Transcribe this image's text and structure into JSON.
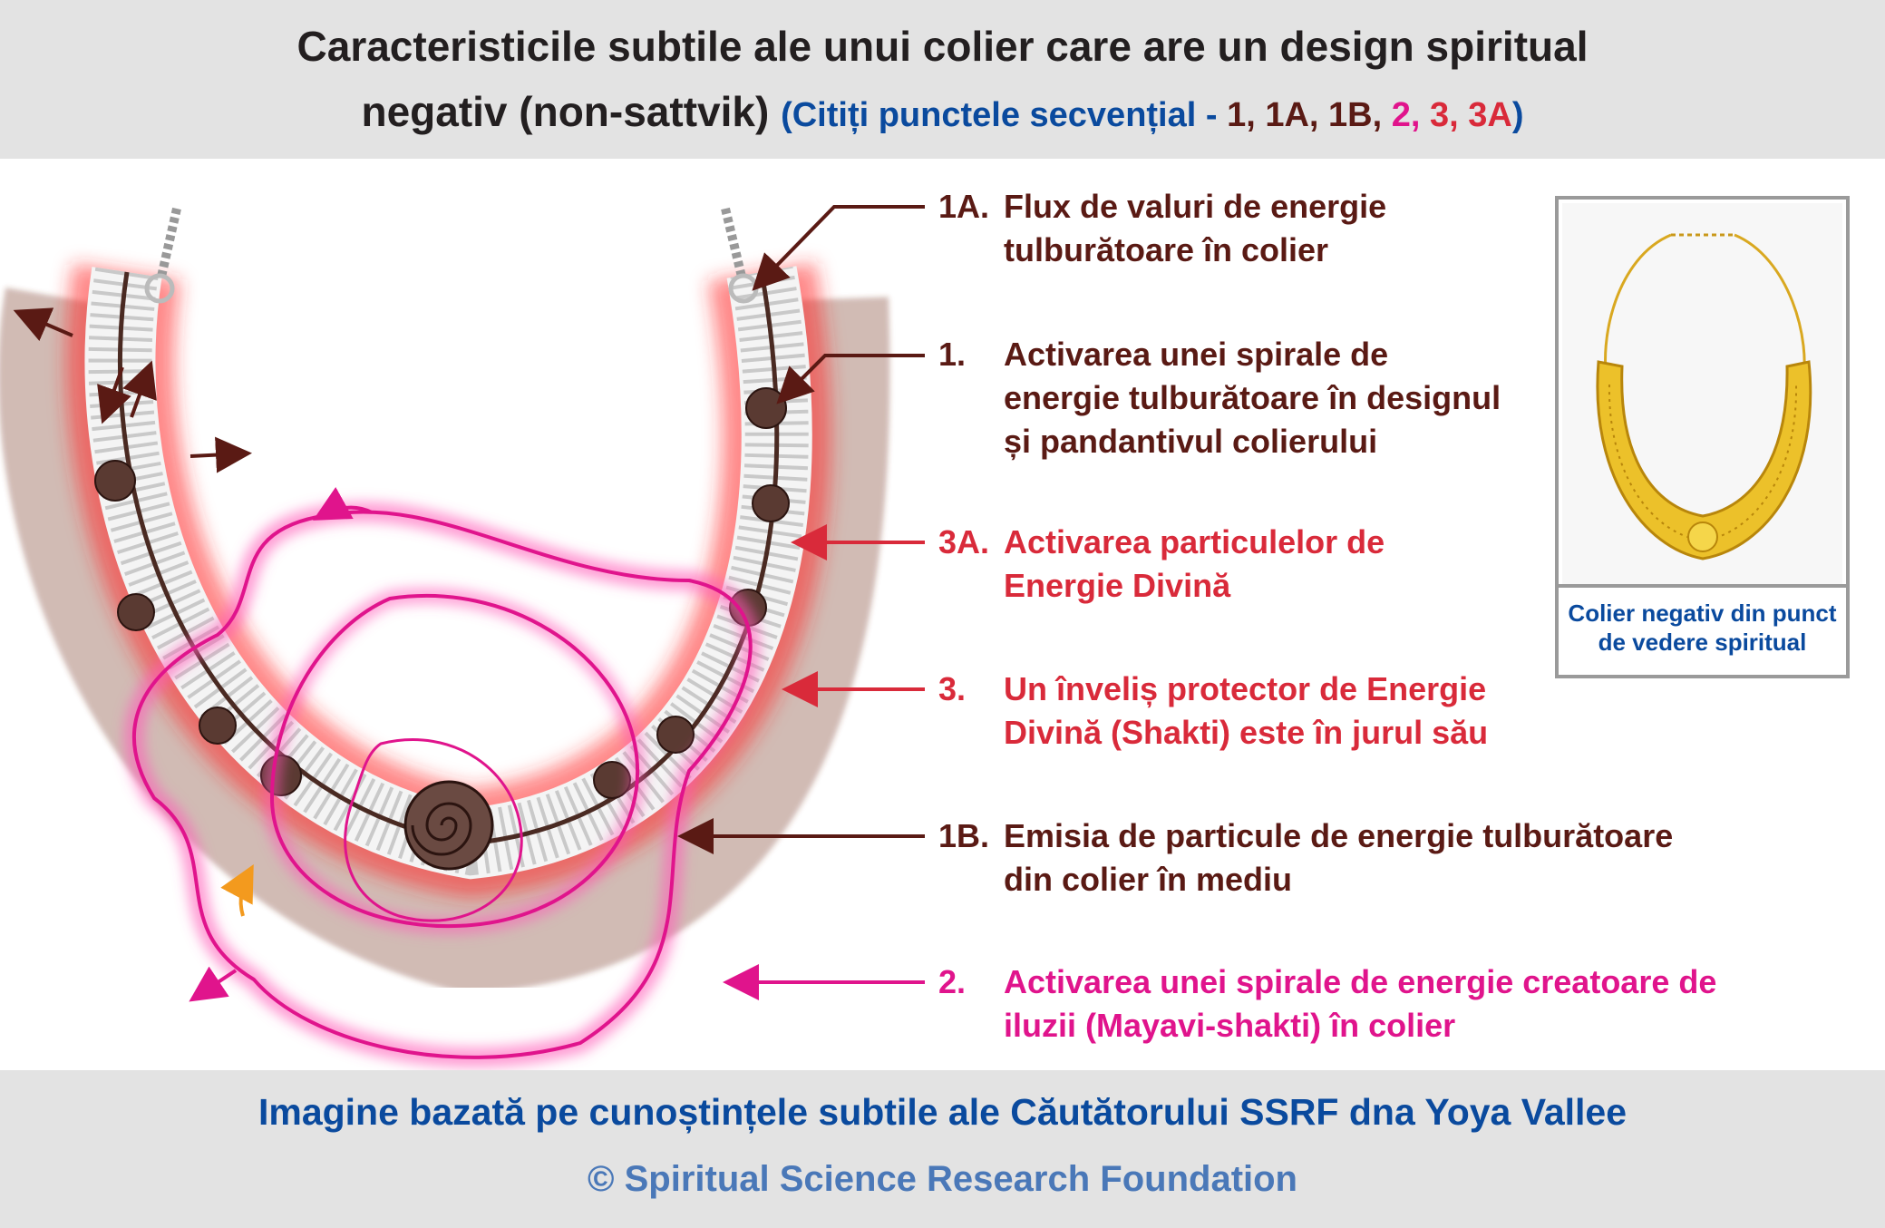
{
  "header": {
    "title_line1": "Caracteristicile subtile ale unui colier care are un design spiritual",
    "title_line2": "negativ (non-sattvik)",
    "hint_open": "(Citiți punctele secvențial - ",
    "seq": [
      "1",
      ", ",
      "1A",
      ", ",
      "1B",
      ", ",
      "2",
      ", ",
      "3",
      ", ",
      "3A"
    ],
    "hint_close": ")"
  },
  "labels": [
    {
      "num": "1A.",
      "lines": [
        "Flux de valuri de energie",
        "tulburătoare în colier"
      ],
      "color": "#5a1a14"
    },
    {
      "num": "1.",
      "lines": [
        "Activarea unei spirale de",
        "energie tulburătoare în designul",
        "și pandantivul colierului"
      ],
      "color": "#5a1a14"
    },
    {
      "num": "3A.",
      "lines": [
        "Activarea particulelor de",
        "Energie Divină"
      ],
      "color": "#d92a3a"
    },
    {
      "num": "3.",
      "lines": [
        "Un înveliș protector de Energie",
        "Divină (Shakti) este în jurul său"
      ],
      "color": "#d92a3a"
    },
    {
      "num": "1B.",
      "lines": [
        "Emisia de particule de energie tulburătoare",
        "din colier în mediu"
      ],
      "color": "#5a1a14"
    },
    {
      "num": "2.",
      "lines": [
        "Activarea unei spirale de energie creatoare de",
        "iluzii (Mayavi-shakti) în colier"
      ],
      "color": "#e0148c"
    }
  ],
  "photo": {
    "caption_line1": "Colier negativ din punct",
    "caption_line2": "de vedere spiritual"
  },
  "footer": {
    "line1": "Imagine bazată pe cunoștințele subtile ale Căutătorului SSRF dna Yoya Vallee",
    "line2": "© Spiritual Science Research Foundation"
  },
  "colors": {
    "dark_brown": "#5a1a14",
    "red": "#d92a3a",
    "pink": "#e0148c",
    "blue": "#0a4a9e",
    "gold": "#e8b820"
  }
}
